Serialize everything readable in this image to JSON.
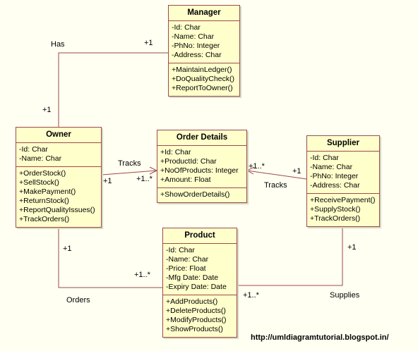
{
  "classes": {
    "manager": {
      "name": "Manager",
      "attributes": [
        "-Id: Char",
        "-Name: Char",
        "-PhNo: Integer",
        "-Address: Char"
      ],
      "methods": [
        "+MaintainLedger()",
        "+DoQualityCheck()",
        "+ReportToOwner()"
      ]
    },
    "owner": {
      "name": "Owner",
      "attributes": [
        "-Id: Char",
        "-Name: Char"
      ],
      "methods": [
        "+OrderStock()",
        "+SellStock()",
        "+MakePayment()",
        "+ReturnStock()",
        "+ReportQualityIssues()",
        "+TrackOrders()"
      ]
    },
    "order_details": {
      "name": "Order Details",
      "attributes": [
        "+Id: Char",
        "+ProductId: Char",
        "+NoOfProducts: Integer",
        "+Amount: Float"
      ],
      "methods": [
        "+ShowOrderDetails()"
      ]
    },
    "supplier": {
      "name": "Supplier",
      "attributes": [
        "-Id: Char",
        "-Name: Char",
        "-PhNo: Integer",
        "-Address: Char"
      ],
      "methods": [
        "+ReceivePayment()",
        "+SupplyStock()",
        "+TrackOrders()"
      ]
    },
    "product": {
      "name": "Product",
      "attributes": [
        "-Id: Char",
        "-Name: Char",
        "-Price: Float",
        "-Mfg Date: Date",
        "-Expiry Date: Date"
      ],
      "methods": [
        "+AddProducts()",
        "+DeleteProducts()",
        "+ModifyProducts()",
        "+ShowProducts()"
      ]
    }
  },
  "associations": {
    "has": {
      "label": "Has",
      "mult_manager": "+1",
      "mult_owner": "+1"
    },
    "owner_tracks": {
      "label": "Tracks",
      "mult_owner": "+1",
      "mult_order": "+1..*"
    },
    "supplier_tracks": {
      "label": "Tracks",
      "mult_order": "+1..*",
      "mult_supplier": "+1"
    },
    "orders": {
      "label": "Orders",
      "mult_owner": "+1",
      "mult_product": "+1..*"
    },
    "supplies": {
      "label": "Supplies",
      "mult_supplier": "+1",
      "mult_product": "+1..*"
    }
  },
  "footer": {
    "url": "http://umldiagramtutorial.blogspot.in/"
  },
  "colors": {
    "class_fill": "#ffffcc",
    "class_border": "#9c4a4a",
    "line": "#9c4a4a",
    "background": "#fffff2"
  }
}
